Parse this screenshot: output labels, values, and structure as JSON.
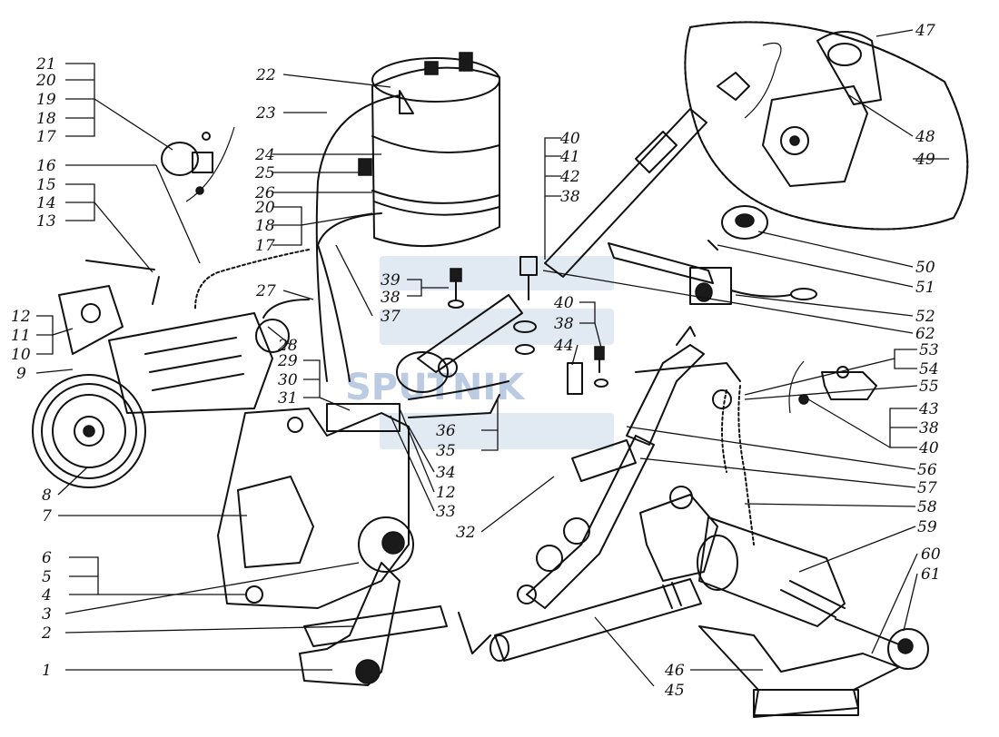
{
  "watermark": {
    "text": "SPUTNIK",
    "color": "#a9bfdc"
  },
  "callouts": {
    "n1": "1",
    "n2": "2",
    "n3": "3",
    "n4": "4",
    "n5": "5",
    "n6": "6",
    "n7": "7",
    "n8": "8",
    "n9": "9",
    "n10": "10",
    "n11": "11",
    "n12": "12",
    "n13": "13",
    "n14": "14",
    "n15": "15",
    "n16": "16",
    "n17": "17",
    "n18": "18",
    "n19": "19",
    "n20": "20",
    "n21": "21",
    "n22": "22",
    "n23": "23",
    "n24": "24",
    "n25": "25",
    "n26": "26",
    "n27": "27",
    "n28": "28",
    "n29": "29",
    "n30": "30",
    "n31": "31",
    "n32": "32",
    "n33": "33",
    "n34": "34",
    "n35": "35",
    "n36": "36",
    "n37": "37",
    "n38": "38",
    "n39": "39",
    "n40": "40",
    "n41": "41",
    "n42": "42",
    "n43": "43",
    "n44": "44",
    "n45": "45",
    "n46": "46",
    "n47": "47",
    "n48": "48",
    "n49": "49",
    "n50": "50",
    "n51": "51",
    "n52": "52",
    "n53": "53",
    "n54": "54",
    "n55": "55",
    "n56": "56",
    "n57": "57",
    "n58": "58",
    "n59": "59",
    "n60": "60",
    "n61": "61",
    "n62": "62"
  }
}
